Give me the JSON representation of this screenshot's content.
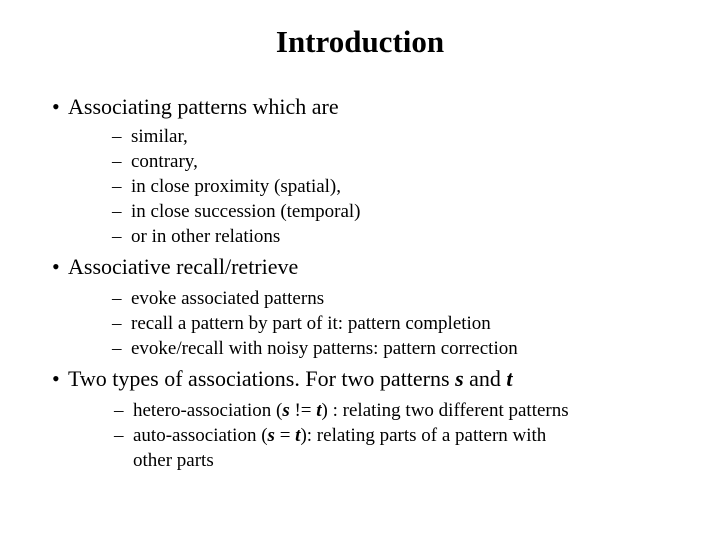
{
  "slide": {
    "title": "Introduction",
    "bullet_marker": "•",
    "dash_marker": "–",
    "sections": [
      {
        "heading": "Associating patterns which are",
        "items": [
          "similar,",
          "contrary,",
          "in close proximity (spatial),",
          "in close succession (temporal)",
          "or in other relations"
        ]
      },
      {
        "heading": "Associative recall/retrieve",
        "items": [
          "evoke associated patterns",
          "recall a pattern by part of it: pattern completion",
          "evoke/recall with noisy patterns: pattern correction"
        ]
      },
      {
        "heading_parts": {
          "pre": "Two types of associations. For two patterns ",
          "var1": "s",
          "mid": " and ",
          "var2": "t"
        },
        "items_rich": [
          {
            "pre": "hetero-association (",
            "var1": "s",
            "mid": " != ",
            "var2": "t",
            "post": ") : relating two different patterns",
            "cont": ""
          },
          {
            "pre": "auto-association (",
            "var1": "s",
            "mid": " = ",
            "var2": "t",
            "post": "): relating parts of a pattern with",
            "cont": "other parts"
          }
        ]
      }
    ]
  }
}
